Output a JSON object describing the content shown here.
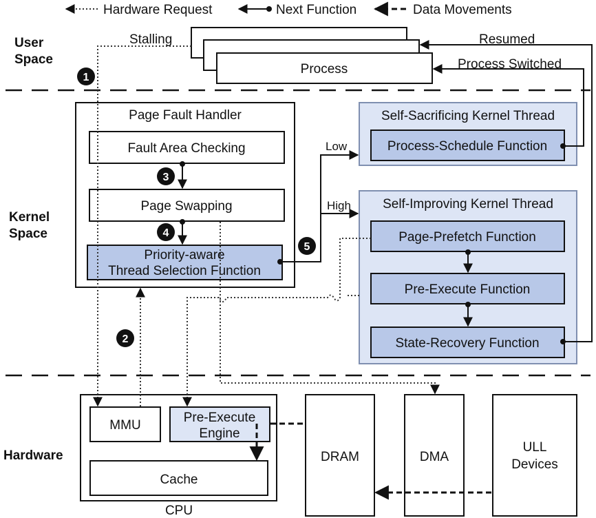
{
  "legend": {
    "hardware_request": "Hardware Request",
    "next_function": "Next Function",
    "data_movements": "Data Movements"
  },
  "regions": {
    "user_space": [
      "User",
      "Space"
    ],
    "kernel_space": [
      "Kernel",
      "Space"
    ],
    "hardware": "Hardware"
  },
  "user": {
    "stalling": "Stalling",
    "resumed": "Resumed",
    "process": "Process",
    "process_switched": "Process Switched"
  },
  "handler": {
    "title": "Page Fault Handler",
    "fault_area": "Fault Area Checking",
    "page_swapping": "Page Swapping",
    "selection": [
      "Priority-aware",
      "Thread Selection Function"
    ]
  },
  "sacrificing": {
    "title": "Self-Sacrificing Kernel Thread",
    "schedule": "Process-Schedule Function",
    "branch": "Low"
  },
  "improving": {
    "title": "Self-Improving Kernel Thread",
    "prefetch": "Page-Prefetch Function",
    "pre_execute": "Pre-Execute Function",
    "recovery": "State-Recovery Function",
    "branch": "High"
  },
  "hw": {
    "mmu": "MMU",
    "engine": [
      "Pre-Execute",
      "Engine"
    ],
    "cache": "Cache",
    "cpu": "CPU",
    "dram": "DRAM",
    "dma": "DMA",
    "ull": [
      "ULL",
      "Devices"
    ]
  },
  "steps": [
    "1",
    "2",
    "3",
    "4",
    "5"
  ]
}
